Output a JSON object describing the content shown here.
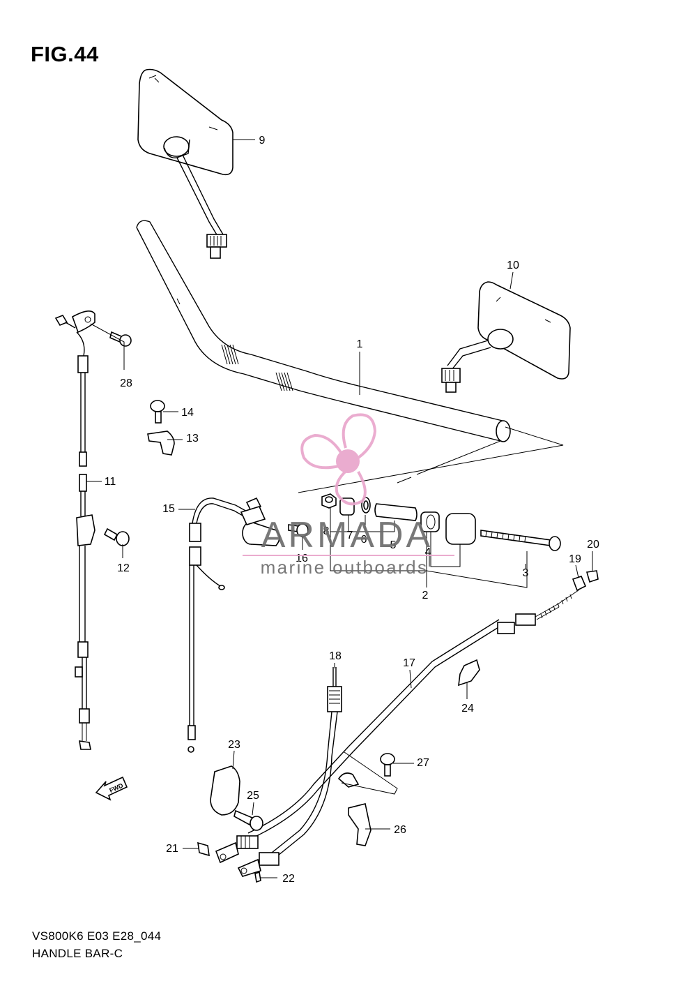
{
  "figure": {
    "title": "FIG.44"
  },
  "footer": {
    "model_code": "VS800K6 E03 E28_044",
    "group_name": "HANDLE BAR-C"
  },
  "direction_tag": "FWD",
  "watermark": {
    "brand": "ARMADA",
    "tagline": "marine outboards",
    "logo_color": "#e9a6cc",
    "text_color": "#6d6d6d"
  },
  "callouts": {
    "c1": "1",
    "c2": "2",
    "c3": "3",
    "c4": "4",
    "c5": "5",
    "c6": "6",
    "c7": "7",
    "c8": "8",
    "c9": "9",
    "c10": "10",
    "c11": "11",
    "c12": "12",
    "c13": "13",
    "c14": "14",
    "c15": "15",
    "c16": "16",
    "c17": "17",
    "c18": "18",
    "c19": "19",
    "c20": "20",
    "c21": "21",
    "c22": "22",
    "c23": "23",
    "c24": "24",
    "c25": "25",
    "c26": "26",
    "c27": "27",
    "c28": "28"
  }
}
